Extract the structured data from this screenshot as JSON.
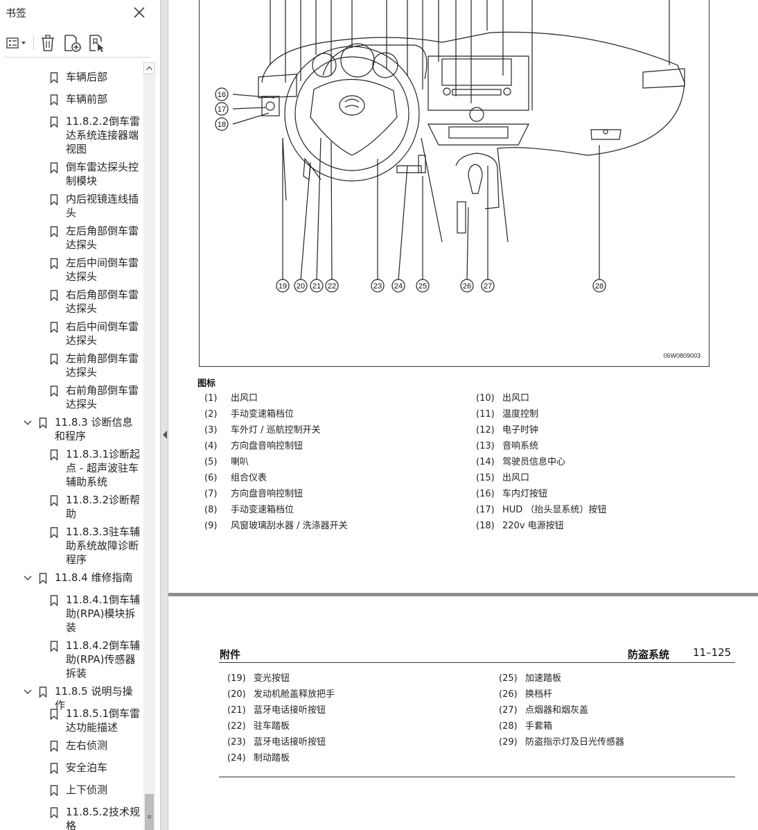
{
  "sidebar": {
    "title": "书签",
    "toolbar": {
      "options_icon": "list-options-icon",
      "delete_icon": "trash-icon",
      "add_bookmark_icon": "add-bookmark-icon",
      "find_bookmark_icon": "find-bookmark-icon"
    },
    "items": [
      {
        "label": "车辆后部"
      },
      {
        "label": "车辆前部"
      },
      {
        "label": "11.8.2.2倒车雷达系统连接器端视图"
      },
      {
        "label": "倒车雷达探头控制模块"
      },
      {
        "label": "内后视镜连线插头"
      },
      {
        "label": "左后角部倒车雷达探头"
      },
      {
        "label": "左后中间倒车雷达探头"
      },
      {
        "label": "右后角部倒车雷达探头"
      },
      {
        "label": "右后中间倒车雷达探头"
      },
      {
        "label": "左前角部倒车雷达探头"
      },
      {
        "label": "右前角部倒车雷达探头"
      },
      {
        "label": "11.8.3 诊断信息和程序"
      },
      {
        "label": "11.8.3.1诊断起点 - 超声波驻车辅助系统"
      },
      {
        "label": "11.8.3.2诊断帮助"
      },
      {
        "label": "11.8.3.3驻车辅助系统故障诊断程序"
      },
      {
        "label": "11.8.4 维修指南"
      },
      {
        "label": "11.8.4.1倒车辅助(RPA)模块拆装"
      },
      {
        "label": "11.8.4.2倒车辅助(RPA)传感器拆装"
      },
      {
        "label": "11.8.5 说明与操作"
      },
      {
        "label": "11.8.5.1倒车雷达功能描述"
      },
      {
        "label": "左右侦测"
      },
      {
        "label": "安全泊车"
      },
      {
        "label": "上下侦测"
      },
      {
        "label": "11.8.5.2技术规格"
      }
    ]
  },
  "figure": {
    "code": "06W0809003",
    "callouts_bottom": [
      "19",
      "20",
      "21",
      "22",
      "23",
      "24",
      "25",
      "26",
      "27",
      "28"
    ],
    "callouts_left": [
      "16",
      "17",
      "18"
    ]
  },
  "legend": {
    "title": "图标",
    "left": [
      {
        "num": "(1)",
        "text": "出风口"
      },
      {
        "num": "(2)",
        "text": "手动变速箱档位"
      },
      {
        "num": "(3)",
        "text": "车外灯 / 巡航控制开关"
      },
      {
        "num": "(4)",
        "text": "方向盘音响控制钮"
      },
      {
        "num": "(5)",
        "text": "喇叭"
      },
      {
        "num": "(6)",
        "text": "组合仪表"
      },
      {
        "num": "(7)",
        "text": "方向盘音响控制钮"
      },
      {
        "num": "(8)",
        "text": "手动变速箱档位"
      },
      {
        "num": "(9)",
        "text": "风窗玻璃刮水器 / 洗涤器开关"
      }
    ],
    "right": [
      {
        "num": "(10)",
        "text": "出风口"
      },
      {
        "num": "(11)",
        "text": "温度控制"
      },
      {
        "num": "(12)",
        "text": "电子时钟"
      },
      {
        "num": "(13)",
        "text": "音响系统"
      },
      {
        "num": "(14)",
        "text": "驾驶员信息中心"
      },
      {
        "num": "(15)",
        "text": "出风口"
      },
      {
        "num": "(16)",
        "text": "车内灯按钮"
      },
      {
        "num": "(17)",
        "text": "HUD （抬头显系统）按钮"
      },
      {
        "num": "(18)",
        "text": "220v 电源按钮"
      }
    ]
  },
  "page2": {
    "header_left": "附件",
    "header_right": "防盗系统",
    "page_number": "11–125",
    "left": [
      {
        "num": "(19)",
        "text": "变光按钮"
      },
      {
        "num": "(20)",
        "text": "发动机舱盖释放把手"
      },
      {
        "num": "(21)",
        "text": "蓝牙电话接听按钮"
      },
      {
        "num": "(22)",
        "text": "驻车踏板"
      },
      {
        "num": "(23)",
        "text": "蓝牙电话接听按钮"
      },
      {
        "num": "(24)",
        "text": "制动踏板"
      }
    ],
    "right": [
      {
        "num": "(25)",
        "text": "加速踏板"
      },
      {
        "num": "(26)",
        "text": "换档杆"
      },
      {
        "num": "(27)",
        "text": "点烟器和烟灰盖"
      },
      {
        "num": "(28)",
        "text": "手套箱"
      },
      {
        "num": "(29)",
        "text": "防盗指示灯及日光传感器"
      }
    ]
  }
}
